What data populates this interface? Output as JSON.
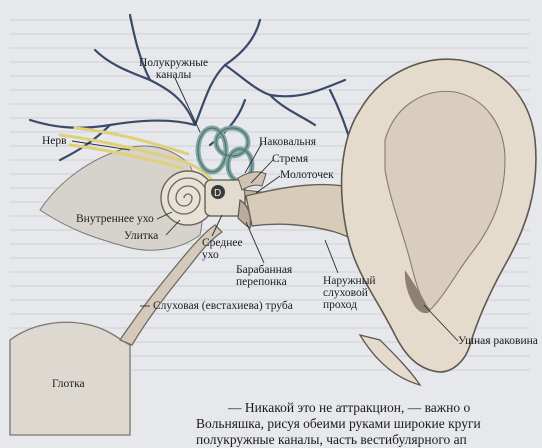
{
  "labels": {
    "semicircular_canals": [
      "Полукружные",
      "каналы"
    ],
    "nerve": "Нерв",
    "incus": "Наковальня",
    "stapes": "Стремя",
    "malleus": "Молоточек",
    "inner_ear": "Внутреннее ухо",
    "cochlea": "Улитка",
    "middle_ear": [
      "Среднее",
      "ухо"
    ],
    "eardrum": [
      "Барабанная",
      "перепонка"
    ],
    "ear_canal": [
      "Наружный",
      "слуховой",
      "проход"
    ],
    "eustachian_tube": "Слуховая (евстахиева) труба",
    "auricle": "Ушная раковина",
    "pharynx": "Глотка"
  },
  "body_text": [
    "— Никакой это не аттракцион, — важно о",
    "Вольняшка, рисуя обеими руками широкие круги",
    "полукружные каналы, часть вестибулярного ап"
  ],
  "colors": {
    "paper": "#e6e8ec",
    "ink": "#1d1d22",
    "skin": "#d9cfc2",
    "canal_fill": "#d4c9bb",
    "nerve_yellow": "#e0d07a",
    "vessel": "#3b4a68",
    "canals_teal": "#7fa6a2"
  }
}
